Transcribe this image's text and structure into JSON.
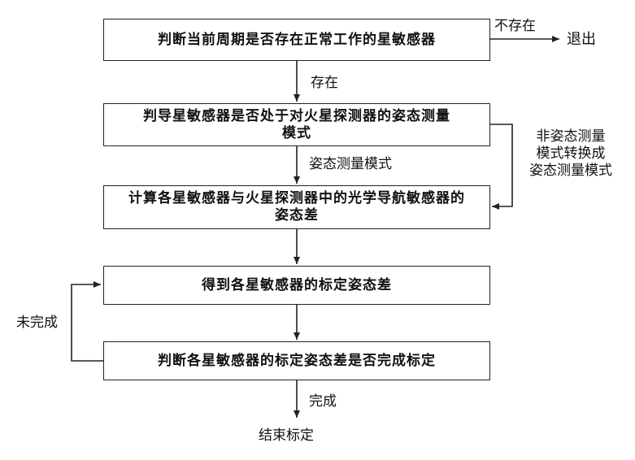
{
  "boxes": {
    "check_period": "判断当前周期是否存在正常工作的星敏感器",
    "check_mode": "判导星敏感器是否处于对火星探测器的姿态测量模式",
    "compute_diff": "计算各星敏感器与火星探测器中的光学导航敏感器的姿态差",
    "get_calib": "得到各星敏感器的标定姿态差",
    "check_done": "判断各星敏感器的标定姿态差是否完成标定"
  },
  "labels": {
    "not_exist": "不存在",
    "exit": "退出",
    "exist": "存在",
    "attitude_mode": "姿态测量模式",
    "non_attitude_line1": "非姿态测量",
    "non_attitude_line2": "模式转换成",
    "non_attitude_line3": "姿态测量模式",
    "not_done": "未完成",
    "done": "完成",
    "end": "结束标定"
  },
  "colors": {
    "line": "#222222",
    "text": "#111111",
    "background": "#ffffff"
  }
}
